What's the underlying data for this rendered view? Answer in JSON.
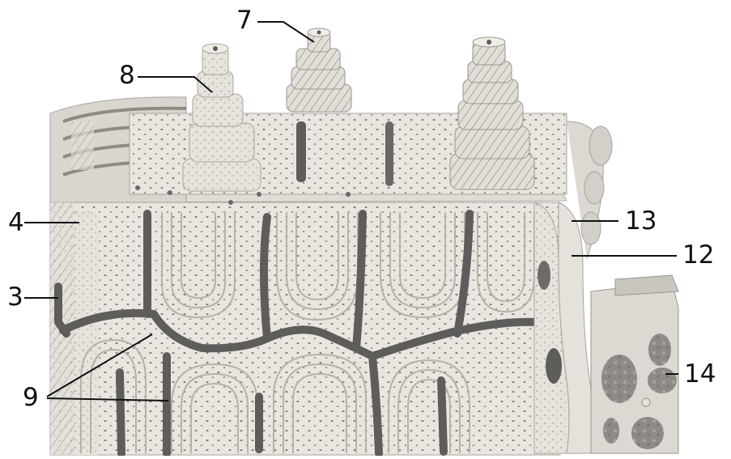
{
  "labels": {
    "l3": "3",
    "l4": "4",
    "l7": "7",
    "l8": "8",
    "l9": "9",
    "l12": "12",
    "l13": "13",
    "l14": "14"
  },
  "colors": {
    "bone": "#e7e4dd",
    "lamella_line": "#bdb8ae",
    "canal": "#5f5d5b",
    "outline": "#9a968f",
    "marrow": "#8d8a86"
  }
}
